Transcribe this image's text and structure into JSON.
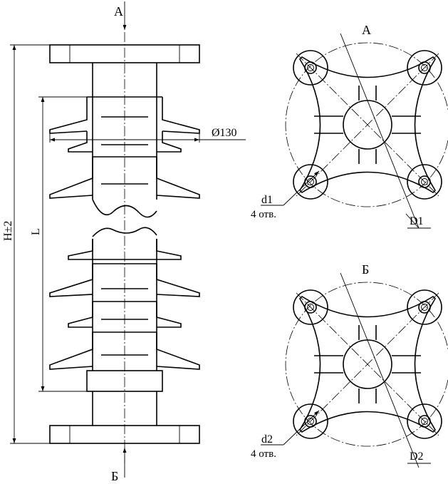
{
  "side_view": {
    "section_a_mark": "А",
    "section_b_mark": "Б",
    "height_dim": "H±2",
    "length_dim": "L",
    "shed_diameter": "Ø130"
  },
  "view_a": {
    "title": "А",
    "hole_diameter": "d1",
    "hole_count": "4 отв.",
    "bolt_circle": "D1"
  },
  "view_b": {
    "title": "Б",
    "hole_diameter": "d2",
    "hole_count": "4 отв.",
    "bolt_circle": "D2"
  },
  "colors": {
    "line": "#000000",
    "background": "#ffffff"
  }
}
